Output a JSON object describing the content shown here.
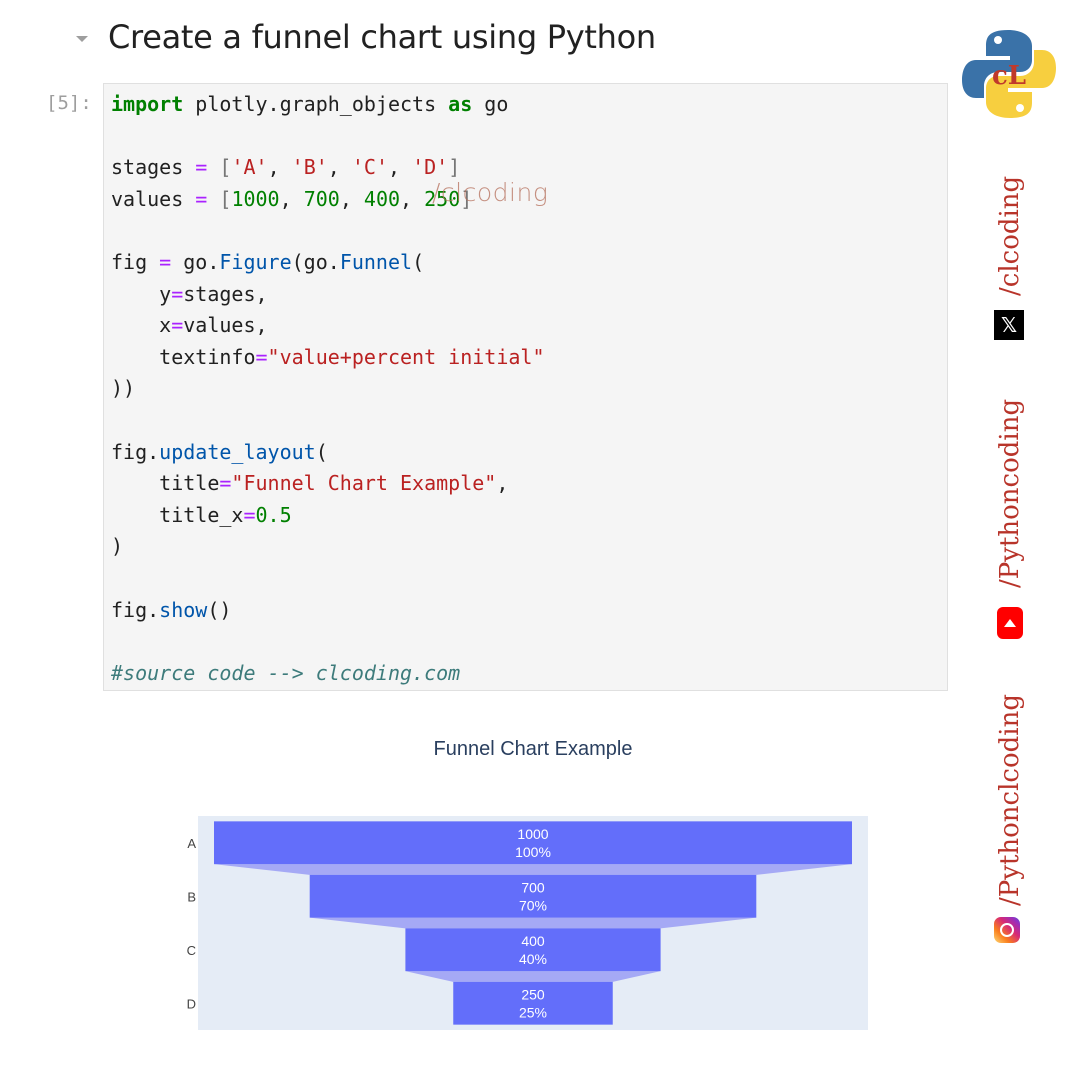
{
  "heading": {
    "text": "Create a funnel chart using Python"
  },
  "cell": {
    "prompt": "[5]:",
    "code_lines": [
      [
        {
          "t": "import",
          "c": "kw"
        },
        {
          "t": " plotly.graph_objects ",
          "c": "pun"
        },
        {
          "t": "as",
          "c": "kw"
        },
        {
          "t": " go",
          "c": "pun"
        }
      ],
      [],
      [
        {
          "t": "stages ",
          "c": "pun"
        },
        {
          "t": "=",
          "c": "op"
        },
        {
          "t": " ",
          "c": "pun"
        },
        {
          "t": "[",
          "c": "br"
        },
        {
          "t": "'A'",
          "c": "str"
        },
        {
          "t": ", ",
          "c": "pun"
        },
        {
          "t": "'B'",
          "c": "str"
        },
        {
          "t": ", ",
          "c": "pun"
        },
        {
          "t": "'C'",
          "c": "str"
        },
        {
          "t": ", ",
          "c": "pun"
        },
        {
          "t": "'D'",
          "c": "str"
        },
        {
          "t": "]",
          "c": "br"
        }
      ],
      [
        {
          "t": "values ",
          "c": "pun"
        },
        {
          "t": "=",
          "c": "op"
        },
        {
          "t": " ",
          "c": "pun"
        },
        {
          "t": "[",
          "c": "br"
        },
        {
          "t": "1000",
          "c": "num"
        },
        {
          "t": ", ",
          "c": "pun"
        },
        {
          "t": "700",
          "c": "num"
        },
        {
          "t": ", ",
          "c": "pun"
        },
        {
          "t": "400",
          "c": "num"
        },
        {
          "t": ", ",
          "c": "pun"
        },
        {
          "t": "250",
          "c": "num"
        },
        {
          "t": "]",
          "c": "br"
        }
      ],
      [],
      [
        {
          "t": "fig ",
          "c": "pun"
        },
        {
          "t": "=",
          "c": "op"
        },
        {
          "t": " go.",
          "c": "pun"
        },
        {
          "t": "Figure",
          "c": "fn"
        },
        {
          "t": "(go.",
          "c": "pun"
        },
        {
          "t": "Funnel",
          "c": "fn"
        },
        {
          "t": "(",
          "c": "pun"
        }
      ],
      [
        {
          "t": "    y",
          "c": "pun"
        },
        {
          "t": "=",
          "c": "op"
        },
        {
          "t": "stages,",
          "c": "pun"
        }
      ],
      [
        {
          "t": "    x",
          "c": "pun"
        },
        {
          "t": "=",
          "c": "op"
        },
        {
          "t": "values,",
          "c": "pun"
        }
      ],
      [
        {
          "t": "    textinfo",
          "c": "pun"
        },
        {
          "t": "=",
          "c": "op"
        },
        {
          "t": "\"value+percent initial\"",
          "c": "str"
        }
      ],
      [
        {
          "t": "))",
          "c": "pun"
        }
      ],
      [],
      [
        {
          "t": "fig.",
          "c": "pun"
        },
        {
          "t": "update_layout",
          "c": "fn"
        },
        {
          "t": "(",
          "c": "pun"
        }
      ],
      [
        {
          "t": "    title",
          "c": "pun"
        },
        {
          "t": "=",
          "c": "op"
        },
        {
          "t": "\"Funnel Chart Example\"",
          "c": "str"
        },
        {
          "t": ",",
          "c": "pun"
        }
      ],
      [
        {
          "t": "    title_x",
          "c": "pun"
        },
        {
          "t": "=",
          "c": "op"
        },
        {
          "t": "0.5",
          "c": "num"
        }
      ],
      [
        {
          "t": ")",
          "c": "pun"
        }
      ],
      [],
      [
        {
          "t": "fig.",
          "c": "pun"
        },
        {
          "t": "show",
          "c": "fn"
        },
        {
          "t": "()",
          "c": "pun"
        }
      ],
      [],
      [
        {
          "t": "#source code --> clcoding.com",
          "c": "cm"
        }
      ]
    ]
  },
  "watermark": "/clcoding",
  "colors": {
    "bar": "#636efa",
    "connector": "#a5a9f5",
    "plot_bg": "#e5ecf6",
    "title": "#2a3f5f",
    "social_text": "#b8342a"
  },
  "chart_data": {
    "type": "funnel",
    "title": "Funnel Chart Example",
    "categories": [
      "A",
      "B",
      "C",
      "D"
    ],
    "values": [
      1000,
      700,
      400,
      250
    ],
    "percent_initial": [
      "100%",
      "70%",
      "40%",
      "25%"
    ],
    "textinfo": "value+percent initial"
  },
  "social": {
    "logo": "python-logo",
    "twitter": {
      "handle": "/clcoding",
      "icon": "x-icon"
    },
    "youtube": {
      "handle": "/Pythoncoding",
      "icon": "youtube-icon"
    },
    "instagram": {
      "handle": "/Pythonclcoding",
      "icon": "instagram-icon"
    }
  }
}
